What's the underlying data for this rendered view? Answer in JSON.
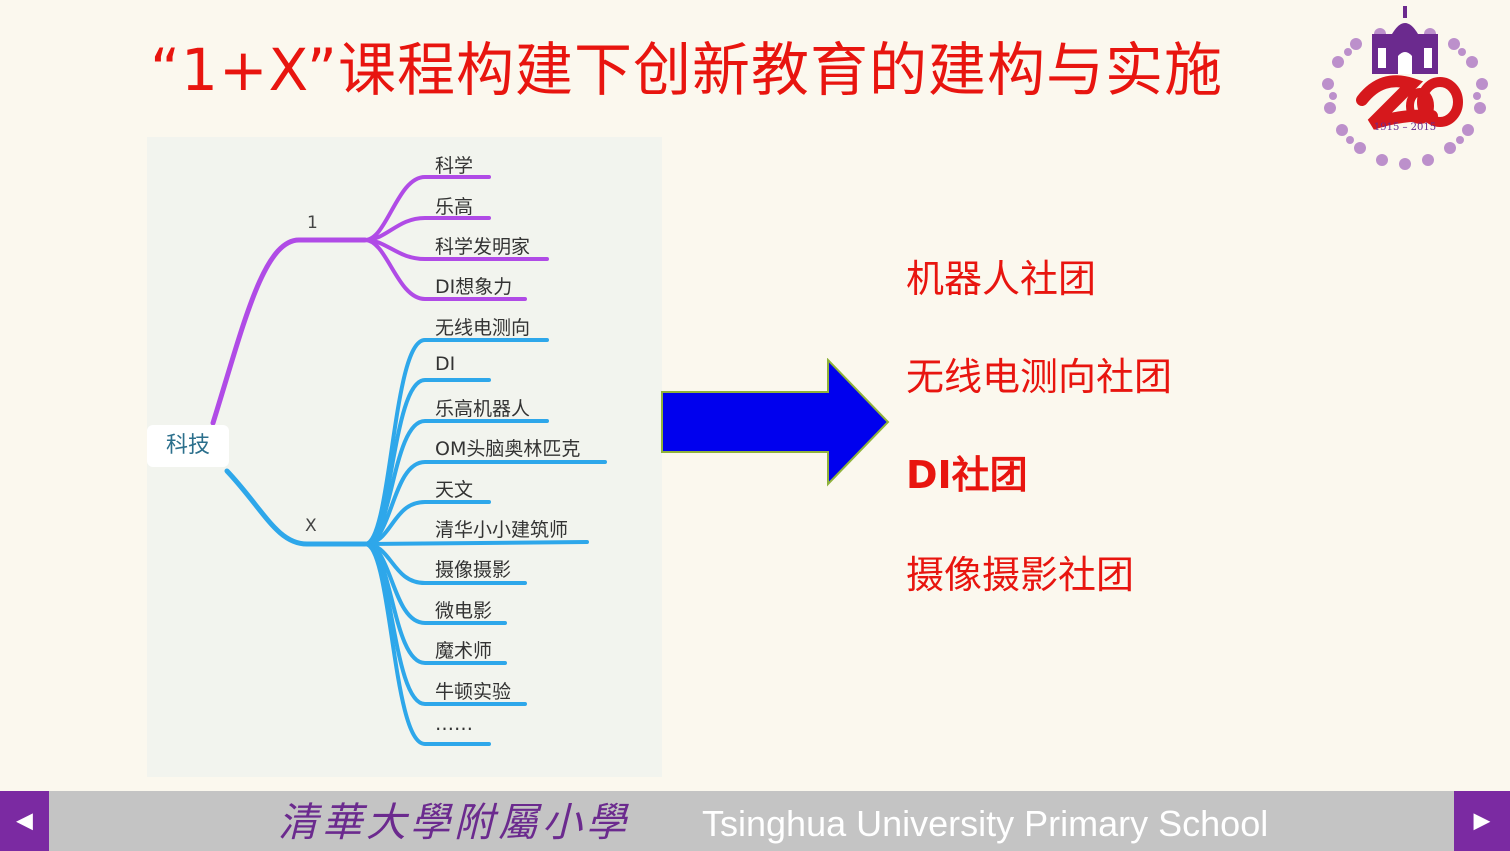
{
  "slide": {
    "title": "“1+X”课程构建下创新教育的建构与实施"
  },
  "logo": {
    "years": "1915 – 2015"
  },
  "mindmap": {
    "root": "科技",
    "branch_one": {
      "label": "1",
      "items": [
        "科学",
        "乐高",
        "科学发明家",
        "DI想象力"
      ]
    },
    "branch_x": {
      "label": "X",
      "items": [
        "无线电测向",
        "DI",
        "乐高机器人",
        "OM头脑奥林匹克",
        "天文",
        "清华小小建筑师",
        "摄像摄影",
        "微电影",
        "魔术师",
        "牛顿实验",
        "……"
      ]
    }
  },
  "clubs": {
    "items": [
      "机器人社团",
      "无线电测向社团",
      "DI社团",
      "摄像摄影社团"
    ]
  },
  "footer": {
    "school_cn": "清華大學附屬小學",
    "school_en": "Tsinghua University Primary School",
    "prev_icon": "triangle-left-icon",
    "next_icon": "triangle-right-icon"
  },
  "colors": {
    "title": "#e8150f",
    "branch_one": "#b04be6",
    "branch_x": "#2ea7ea",
    "arrow": "#0000ee",
    "nav": "#7b2aa2",
    "footer_bar": "#c4c4c4"
  }
}
